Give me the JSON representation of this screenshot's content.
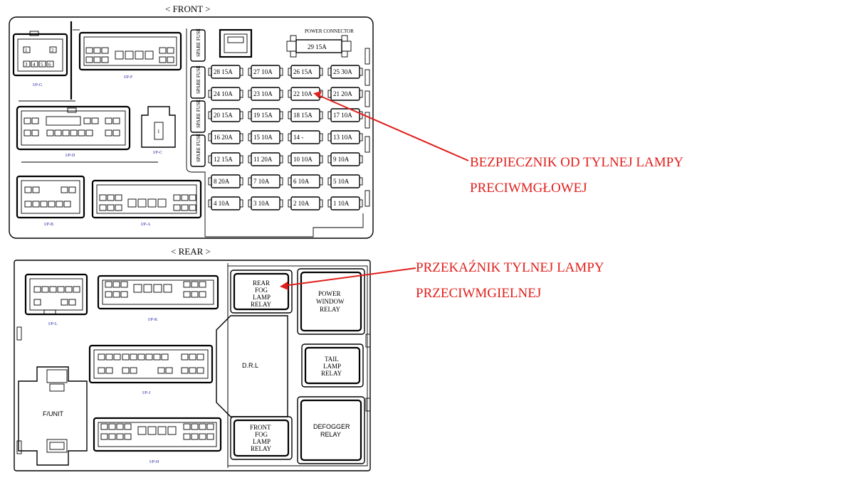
{
  "front_label": "< FRONT >",
  "rear_label": "< REAR >",
  "spare_fuse": "SPARE FUSE",
  "power_connector": {
    "label": "POWER CONNECTOR",
    "fuse": "29 15A"
  },
  "fuses": [
    [
      "28 15A",
      "27 10A",
      "26 15A",
      "25 30A"
    ],
    [
      "24 10A",
      "23 10A",
      "22 10A",
      "21 20A"
    ],
    [
      "20 15A",
      "19 15A",
      "18 15A",
      "17 10A"
    ],
    [
      "16 20A",
      "15 10A",
      "14 -",
      "13 10A"
    ],
    [
      "12 15A",
      "11 20A",
      "10 10A",
      "9 10A"
    ],
    [
      "8 20A",
      "7 10A",
      "6 10A",
      "5 10A"
    ],
    [
      "4 10A",
      "3 10A",
      "2 10A",
      "1 10A"
    ]
  ],
  "connectors": {
    "ipg": "I/P-G",
    "ipf": "I/P-F",
    "ipd": "I/P-D",
    "ipc": "I/P-C",
    "ipb": "I/P-B",
    "ipa": "I/P-A",
    "ipl": "I/P-L",
    "ipk": "I/P-K",
    "ipj": "I/P-J",
    "iph": "I/P-H"
  },
  "relays": {
    "rear_fog": [
      "REAR",
      "FOG",
      "LAMP",
      "RELAY"
    ],
    "power_window": [
      "POWER",
      "WINDOW",
      "RELAY"
    ],
    "tail_lamp": [
      "TAIL",
      "LAMP",
      "RELAY"
    ],
    "defogger": [
      "DEFOGGER",
      "RELAY"
    ],
    "front_fog": [
      "FRONT",
      "FOG",
      "LAMP",
      "RELAY"
    ],
    "drl": "D.R.L",
    "funit": "F/UNIT"
  },
  "annotations": {
    "fuse_line1": "BEZPIECZNIK OD TYLNEJ LAMPY",
    "fuse_line2": "PRECIWMGŁOWEJ",
    "relay_line1": "PRZEKAŹNIK TYLNEJ LAMPY",
    "relay_line2": "PRZECIWMGIELNEJ"
  },
  "accent_color": "#e0201c",
  "connector_label_color": "#1a1aa0"
}
